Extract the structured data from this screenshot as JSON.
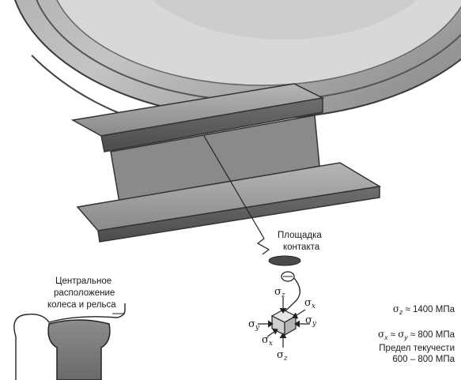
{
  "labels": {
    "contact_area": [
      "Площадка",
      "контакта"
    ],
    "central_position": [
      "Центральное",
      "расположение",
      "колеса и рельса"
    ]
  },
  "stress_element": {
    "symbol": "σ",
    "top": "z",
    "bottom": "z",
    "upper_right": "x",
    "right": "y",
    "left": "y",
    "lower_left": "x"
  },
  "values": {
    "sigma": "σ",
    "z_sub": "z",
    "x_sub": "x",
    "y_sub": "y",
    "sigma_z_value": "≈ 1400 МПа",
    "approx": " ≈ ",
    "sigma_xy_value": "≈ 800 МПа",
    "yield_label": "Предел текучести",
    "yield_value": "600 – 800 МПа"
  },
  "colors": {
    "ink": "#1a1a1a",
    "steel_dark": "#4a4a4a",
    "steel_mid": "#7a7a7a",
    "steel_light": "#b8b8b8"
  }
}
